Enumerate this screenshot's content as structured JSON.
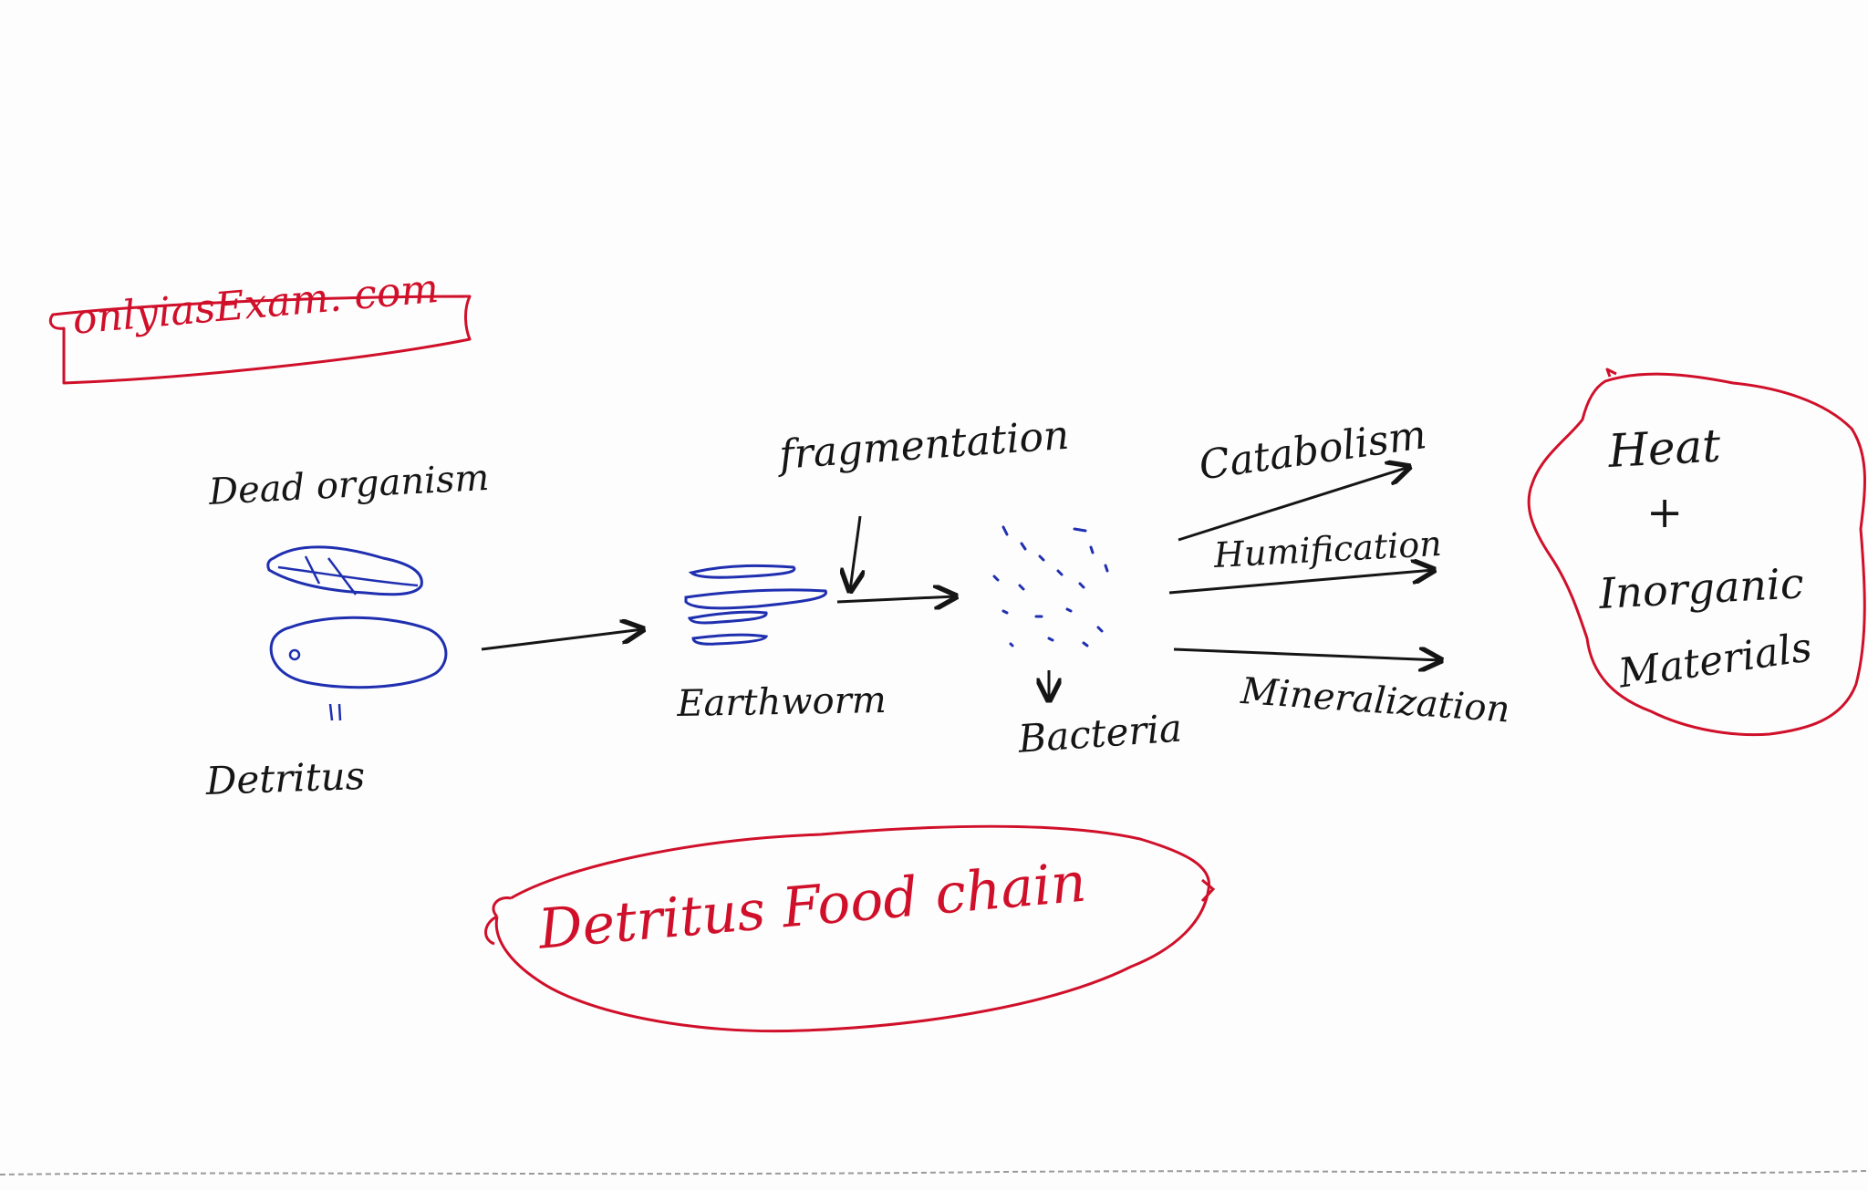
{
  "watermark": {
    "text": "onlyiasExam. com"
  },
  "labels": {
    "dead_organism": "Dead organism",
    "detritus": "Detritus",
    "fragmentation": "fragmentation",
    "earthworm": "Earthworm",
    "bacteria": "Bacteria",
    "catabolism": "Catabolism",
    "humification": "Humification",
    "mineralization": "Mineralization",
    "heat": "Heat",
    "plus": "+",
    "inorganic": "Inorganic",
    "materials": "Materials"
  },
  "caption": {
    "text": "Detritus Food chain"
  },
  "colors": {
    "ink": "#151515",
    "blue": "#1f2fb0",
    "red": "#d0102a",
    "paper": "#fdfdfd"
  }
}
